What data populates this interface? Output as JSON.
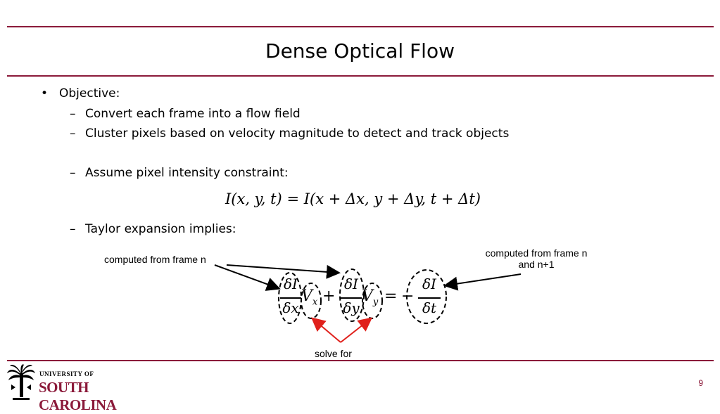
{
  "slide": {
    "title": "Dense Optical Flow",
    "page_number": "9"
  },
  "bullets": {
    "objective": "Objective:",
    "sub1": "Convert each frame into a flow field",
    "sub2": "Cluster pixels based on velocity magnitude to detect and track objects",
    "sub3": "Assume pixel intensity constraint:",
    "sub4": "Taylor expansion implies:"
  },
  "equation1": {
    "lhs": "I(x, y, t)",
    "eq": "=",
    "rhs": "I(x + Δx, y + Δy, t + Δt)"
  },
  "equation2": {
    "f1_num": "δI",
    "f1_den": "δx",
    "vx": "V",
    "vx_sub": "x",
    "plus": "+",
    "f2_num": "δI",
    "f2_den": "δy",
    "vy": "V",
    "vy_sub": "y",
    "eq": "=",
    "minus": "−",
    "f3_num": "δI",
    "f3_den": "δt"
  },
  "annotations": {
    "left": "computed from frame n",
    "right_line1": "computed from frame n",
    "right_line2": "and n+1",
    "bottom": "solve for"
  },
  "logo": {
    "line1": "UNIVERSITY OF",
    "line2": "SOUTH CAROLINA"
  },
  "colors": {
    "accent": "#8b1a3a",
    "arrow_red": "#e0201b"
  }
}
